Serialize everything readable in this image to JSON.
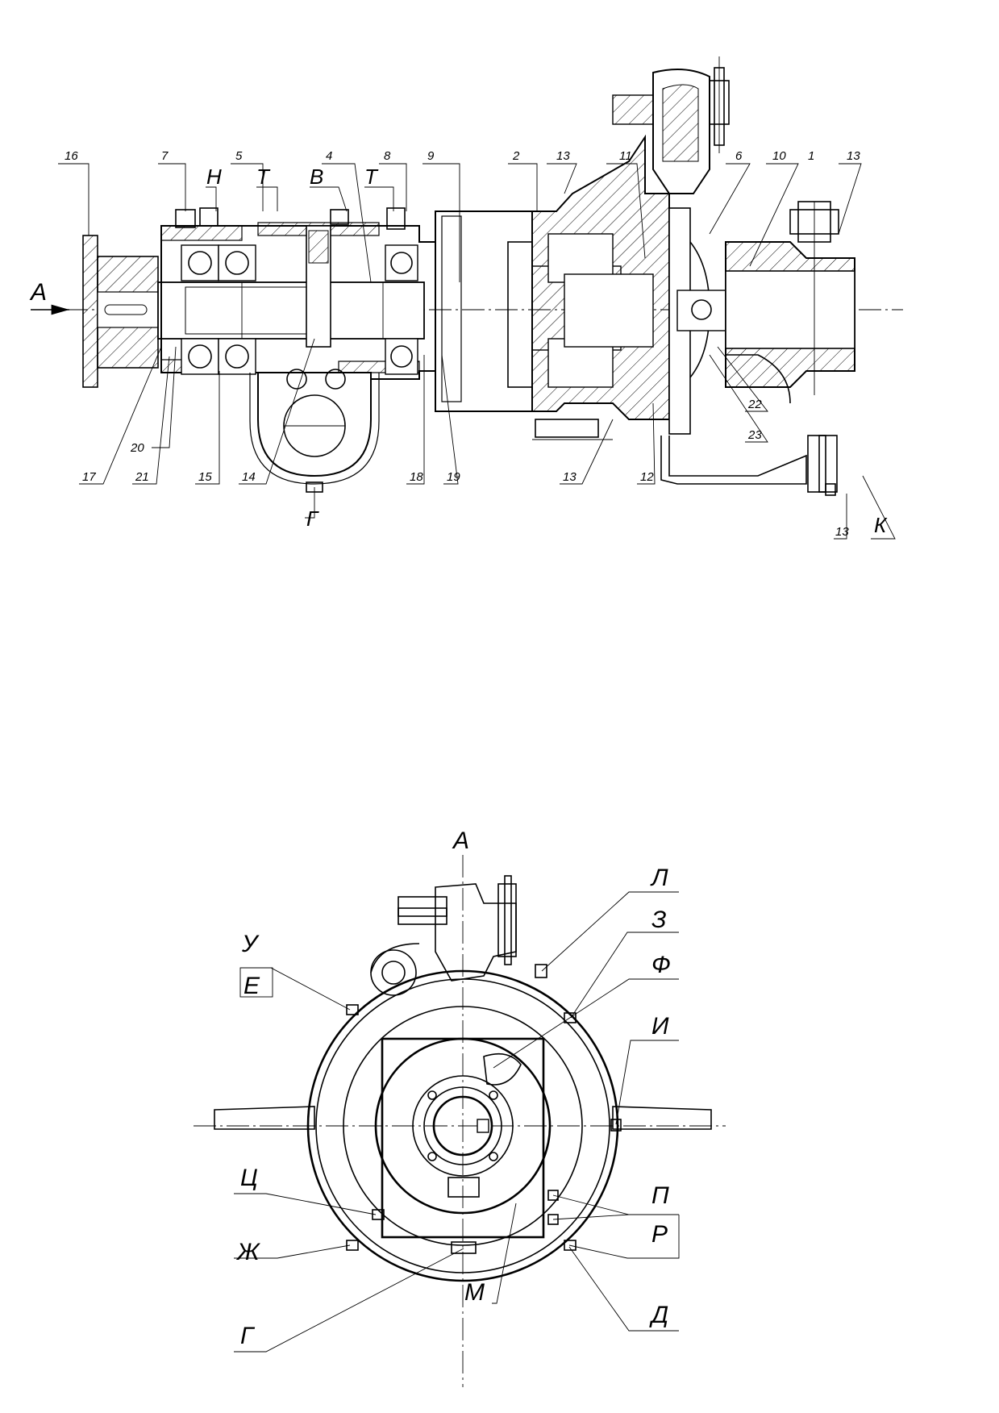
{
  "top_view": {
    "part_numbers": [
      "16",
      "7",
      "Н",
      "5",
      "Т",
      "В",
      "4",
      "Т",
      "8",
      "9",
      "2",
      "13",
      "11",
      "6",
      "10",
      "1",
      "13",
      "17",
      "20",
      "21",
      "15",
      "14",
      "Г",
      "18",
      "19",
      "13",
      "12",
      "22",
      "23",
      "13",
      "К"
    ],
    "arrow_label": "А"
  },
  "bottom_view": {
    "view_title": "А",
    "labels": [
      "У",
      "Е",
      "Л",
      "З",
      "Ф",
      "И",
      "Ц",
      "П",
      "Р",
      "Ж",
      "Д",
      "Г",
      "М"
    ]
  },
  "colors": {
    "ink": "#000000",
    "paper": "#ffffff"
  }
}
